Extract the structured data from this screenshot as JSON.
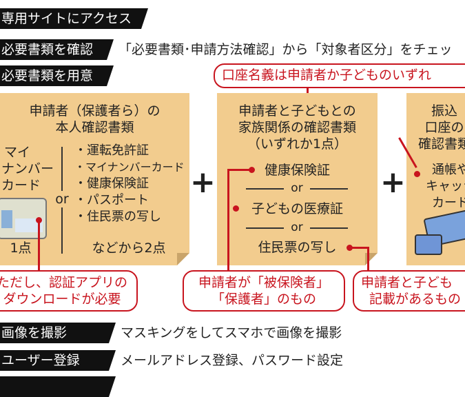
{
  "steps": [
    {
      "label": "専用サイトにアクセス",
      "desc": ""
    },
    {
      "label": "必要書類を確認",
      "desc": "「必要書類･申請方法確認」から「対象者区分」をチェッ"
    },
    {
      "label": "必要書類を用意",
      "desc": ""
    },
    {
      "label": "画像を撮影",
      "desc": "マスキングをしてスマホで画像を撮影"
    },
    {
      "label": "ユーザー登録",
      "desc": "メールアドレス登録、パスワード設定"
    }
  ],
  "top_callout": "口座名義は申請者か子どものいずれ",
  "card1": {
    "title1": "申請者（保護者ら）の",
    "title2": "本人確認書類",
    "mynumber": [
      "マイ",
      "ナンバー",
      "カード"
    ],
    "count1": "1点",
    "or": "or",
    "items": [
      "・運転免許証",
      "・マイナンバーカード",
      "・健康保険証",
      "・パスポート",
      "・住民票の写し"
    ],
    "count2": "などから2点"
  },
  "card2": {
    "title": [
      "申請者と子どもとの",
      "家族関係の確認書類",
      "（いずれか1点）"
    ],
    "item1": "健康保険証",
    "or": "or",
    "item2": "子どもの医療証",
    "item3": "住民票の写し"
  },
  "card3": {
    "title": [
      "振込",
      "口座の",
      "確認書類"
    ],
    "items": [
      "通帳や",
      "キャッシ",
      "カード"
    ]
  },
  "plus": "+",
  "callouts": {
    "left": [
      "ただし、認証アプリの",
      "ダウンロードが必要"
    ],
    "middle": [
      "申請者が「被保険者」",
      "「保護者」のもの"
    ],
    "right": [
      "申請者と子ども",
      "記載があるもの"
    ]
  },
  "colors": {
    "card": "#f2cc8e",
    "red": "#c8141e",
    "tag": "#111111"
  }
}
